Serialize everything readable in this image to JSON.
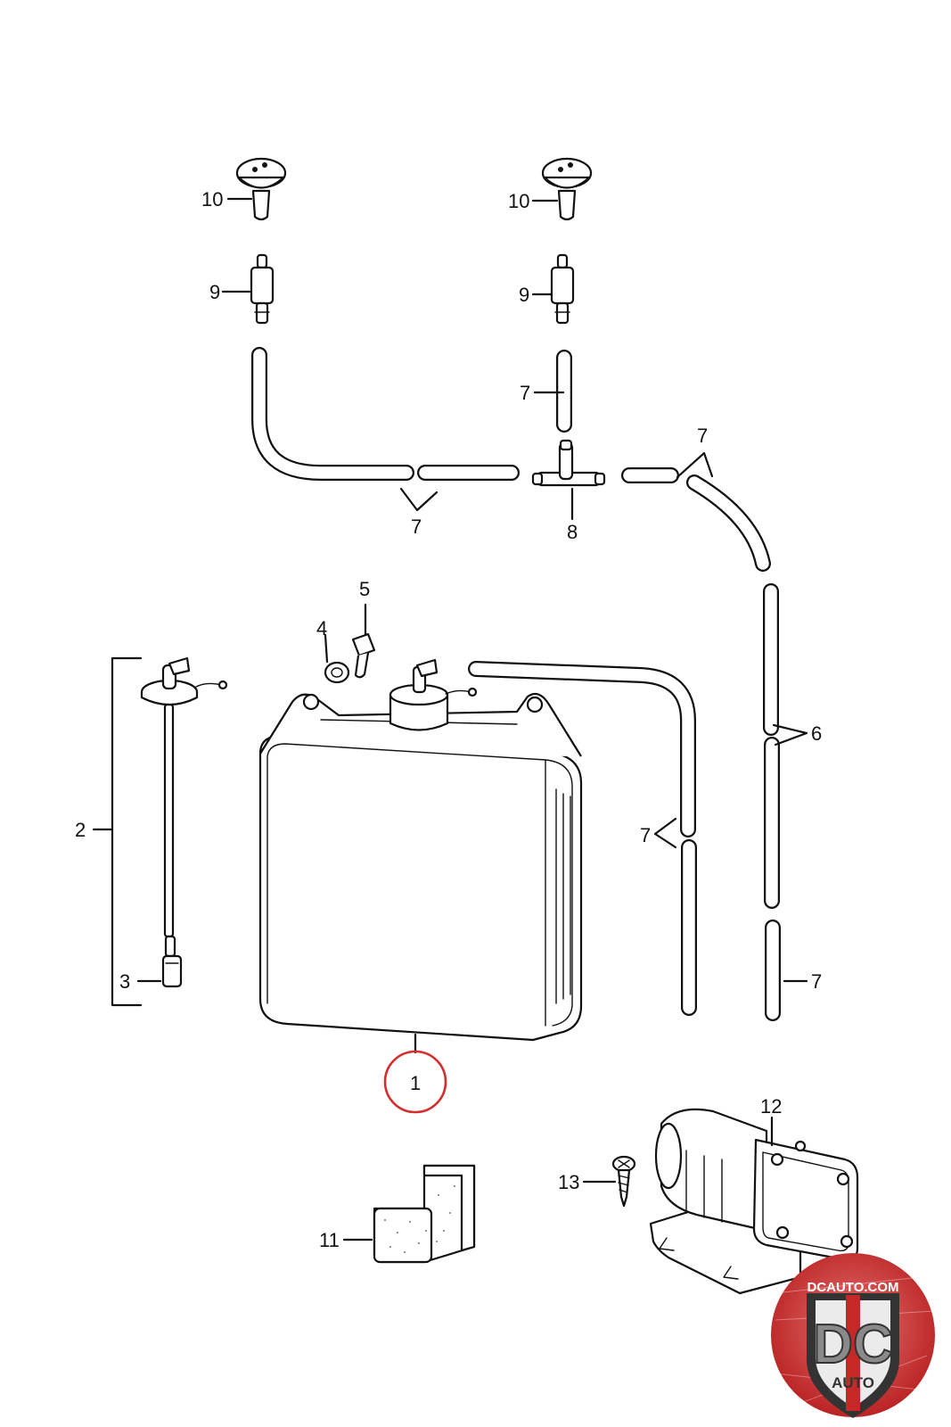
{
  "callouts": {
    "c1": "1",
    "c2": "2",
    "c3": "3",
    "c4": "4",
    "c5": "5",
    "c6": "6",
    "c7a": "7",
    "c7b": "7",
    "c7c": "7",
    "c7d": "7",
    "c7e": "7",
    "c8": "8",
    "c9a": "9",
    "c9b": "9",
    "c10a": "10",
    "c10b": "10",
    "c11": "11",
    "c12": "12",
    "c13": "13"
  },
  "highlight": {
    "part": "1",
    "color": "#d32f2f"
  },
  "logo": {
    "domain": "DCAUTO.COM",
    "letters": "DC",
    "word": "AUTO",
    "colors": {
      "red": "#c62828",
      "gray": "#8a8a8a",
      "dark": "#333333"
    }
  }
}
